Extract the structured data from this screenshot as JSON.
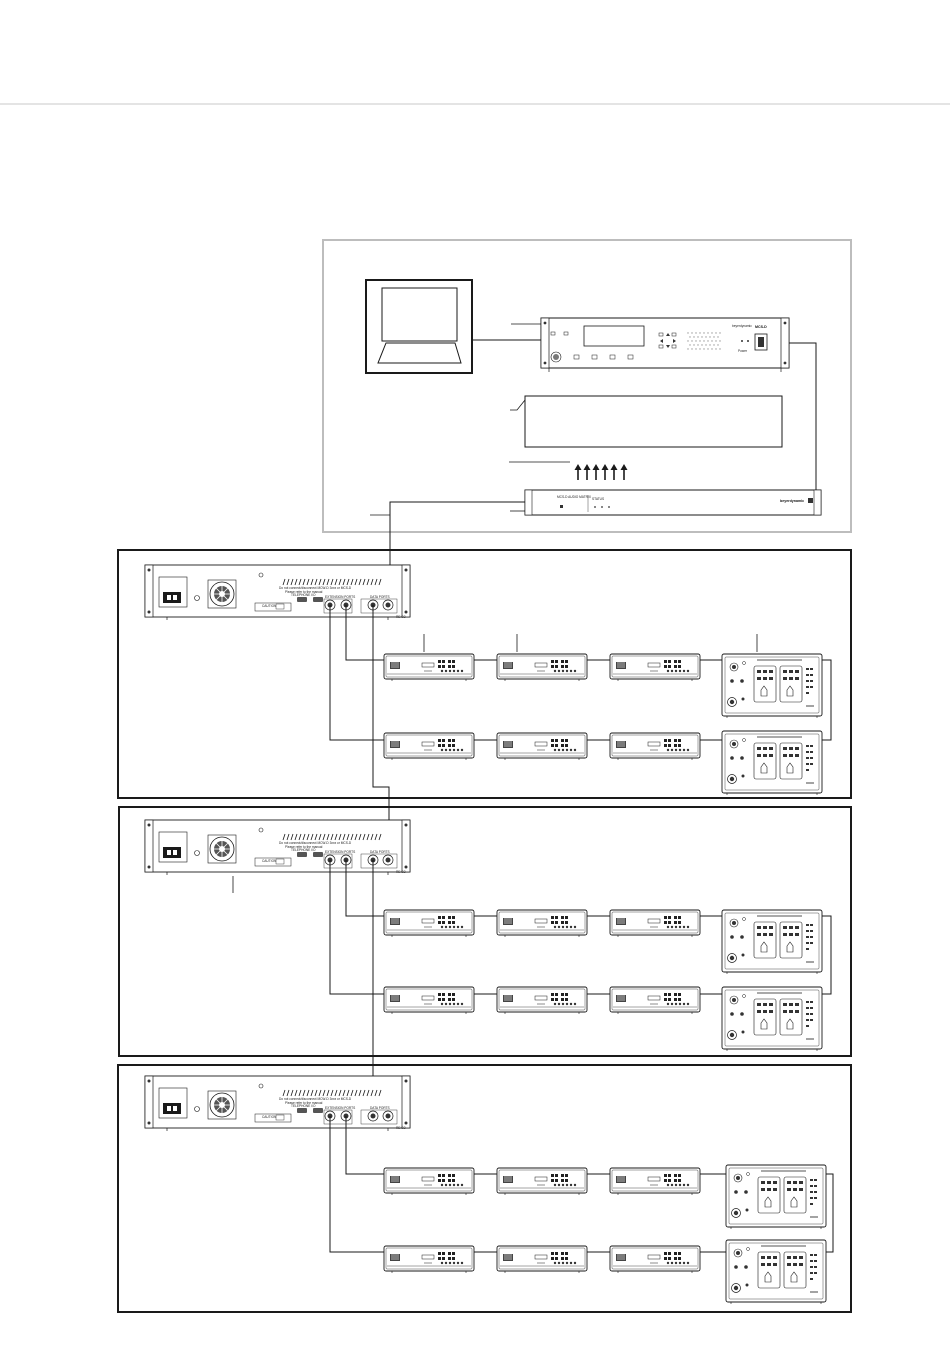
{
  "main_unit": {
    "logo_text": "beyerdynamic",
    "model_text": "MCS-D",
    "power_label": "Power"
  },
  "interface_unit": {
    "title": "MCS-D AUDIO MATRIX",
    "brand": "beyerdynamic",
    "status_label": "STATUS"
  },
  "rear_unit": {
    "top_note": "Do not connect/disconnect MCW-D 3xxx or MCS-D",
    "top_note2": "Please refer to the manual",
    "port_group_a": "TELEPHONE I/O",
    "port_group_b": "EXTENSION PORTS",
    "port_group_c": "DATA PORTS",
    "caution_label": "CAUTION",
    "model_tag": "RE-D2"
  },
  "colors": {
    "line": "#1a1a1a",
    "top_frame": "#bdbdbd",
    "device_fill": "#ffffff",
    "device_shade": "#e6e6e6"
  }
}
